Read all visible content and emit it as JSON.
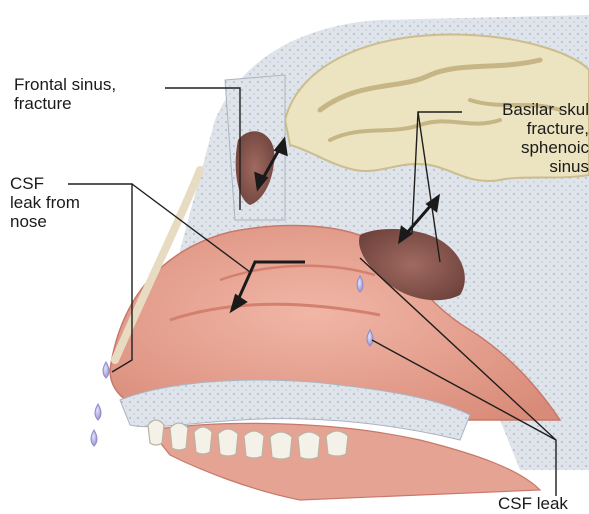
{
  "figure": {
    "labels": {
      "frontal": [
        "Frontal sinus,",
        "fracture"
      ],
      "csf_nose": [
        "CSF",
        "leak from",
        "nose"
      ],
      "basilar": [
        "Basilar skul",
        "fracture,",
        "sphenoic",
        "sinus"
      ],
      "csf_leak": "CSF leak"
    },
    "colors": {
      "brain": "#ece3c0",
      "brain_fold": "#cbbd8e",
      "bone": "#dfe3ea",
      "bone_dots": "#b8c2d0",
      "tissue": "#e9a08f",
      "tissue_dark": "#d57f6e",
      "sinus": "#8b5a52",
      "drop": "#b9b5e4",
      "leader": "#1e1e1e"
    },
    "icons": [
      "double-arrow",
      "droplet"
    ]
  }
}
